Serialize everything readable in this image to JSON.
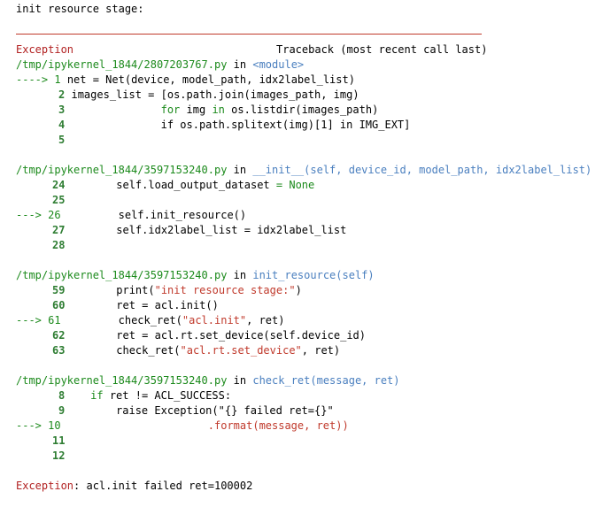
{
  "header": {
    "print_output": "init resource stage:"
  },
  "exception_header": {
    "name": "Exception",
    "traceback": "Traceback (most recent call last)"
  },
  "frames": [
    {
      "file": "/tmp/ipykernel_1844/2807203767.py",
      "in": "in",
      "func": "<module>",
      "lines": [
        {
          "arrow": "---->",
          "no": "1",
          "code_a": "net = Net(device, model_path, idx2label_list)"
        },
        {
          "no": "2",
          "code_a": "images_list = [os.path.join(images_path, img)"
        },
        {
          "no": "3",
          "kw1": "for",
          "code_b": "img",
          "kw2": "in",
          "code_c": "os.listdir(images_path)"
        },
        {
          "no": "4",
          "code_a": "if os.path.splitext(img)[1] in IMG_EXT]"
        },
        {
          "no": "5"
        }
      ]
    },
    {
      "file": "/tmp/ipykernel_1844/3597153240.py",
      "in": "in",
      "func": "__init__(self, device_id, model_path, idx2label_list)",
      "lines": [
        {
          "no": "24",
          "code_a": "self.load_output_dataset",
          "eq": "=",
          "kw": "None"
        },
        {
          "no": "25"
        },
        {
          "arrow": "--->",
          "no": "26",
          "code_a": "self.init_resource()"
        },
        {
          "no": "27",
          "code_a": "self.idx2label_list = idx2label_list"
        },
        {
          "no": "28"
        }
      ]
    },
    {
      "file": "/tmp/ipykernel_1844/3597153240.py",
      "in": "in",
      "func": "init_resource(self)",
      "lines": [
        {
          "no": "59",
          "code_a": "print(",
          "str": "\"init resource stage:\"",
          "code_b": ")"
        },
        {
          "no": "60",
          "code_a": "ret = acl.init()"
        },
        {
          "arrow": "--->",
          "no": "61",
          "code_a": "check_ret(",
          "str": "\"acl.init\"",
          "code_b": ", ret)"
        },
        {
          "no": "62",
          "code_a": "ret = acl.rt.set_device(self.device_id)"
        },
        {
          "no": "63",
          "code_a": "check_ret(",
          "str": "\"acl.rt.set_device\"",
          "code_b": ", ret)"
        }
      ]
    },
    {
      "file": "/tmp/ipykernel_1844/3597153240.py",
      "in": "in",
      "func": "check_ret(message, ret)",
      "lines": [
        {
          "no": "8",
          "kw": "if",
          "code_a": "ret != ACL_SUCCESS:"
        },
        {
          "no": "9",
          "code_a": "raise Exception(\"{} failed ret={}\""
        },
        {
          "arrow": "--->",
          "no": "10",
          "code_a": ".format(message, ret))"
        },
        {
          "no": "11"
        },
        {
          "no": "12"
        }
      ]
    }
  ],
  "final_error": {
    "name": "Exception",
    "message": ": acl.init failed ret=100002"
  }
}
